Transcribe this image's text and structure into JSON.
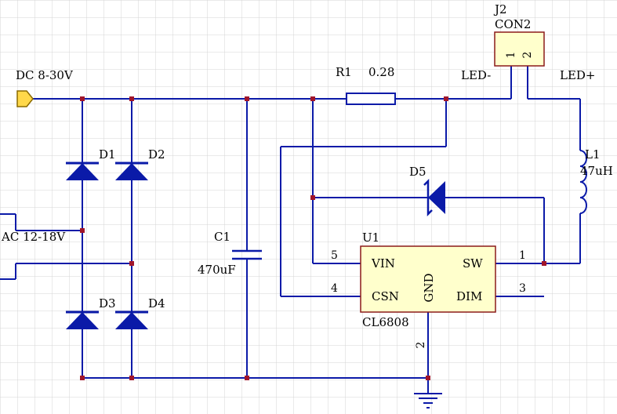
{
  "colors": {
    "wire": "#0b1aa8",
    "component": "#0a1aa8",
    "junction": "#a0152a",
    "grid": "#d4d4d4",
    "ic_fill": "#ffffcc",
    "ic_border": "#8b1a1a",
    "text": "#000000",
    "port_fill": "#ffd84a"
  },
  "nets": {
    "dc_label": "DC 8-30V",
    "ac_label": "AC 12-18V",
    "led_minus": "LED-",
    "led_plus": "LED+"
  },
  "components": {
    "d1": "D1",
    "d2": "D2",
    "d3": "D3",
    "d4": "D4",
    "d5": "D5",
    "c1": "C1",
    "c1_value": "470uF",
    "r1": "R1",
    "r1_value": "0.28",
    "l1": "L1",
    "l1_value": "47uH",
    "j2": "J2",
    "j2_value": "CON2",
    "j2_pin1": "1",
    "j2_pin2": "2",
    "u1": "U1",
    "u1_part": "CL6808"
  },
  "ic_pins": {
    "vin": "VIN",
    "csn": "CSN",
    "gnd": "GND",
    "sw": "SW",
    "dim": "DIM",
    "vin_num": "5",
    "csn_num": "4",
    "gnd_num": "2",
    "sw_num": "1",
    "dim_num": "3"
  }
}
